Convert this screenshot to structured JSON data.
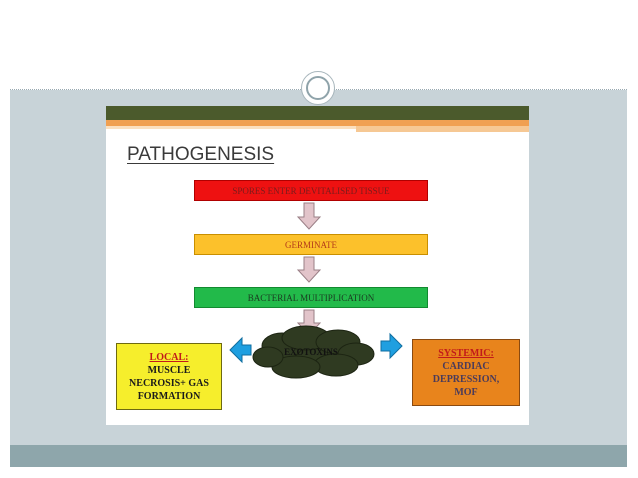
{
  "slide": {
    "title": "PATHOGENESIS",
    "steps": [
      "SPORES ENTER DEVITALISED TISSUE",
      "GERMINATE",
      "BACTERIAL MULTIPLICATION"
    ],
    "center_node": "EXOTOXINS",
    "local": {
      "heading": "LOCAL:",
      "lines": [
        "MUSCLE",
        "NECROSIS+ GAS",
        "FORMATION"
      ]
    },
    "systemic": {
      "heading": "SYSTEMIC:",
      "lines": [
        "CARDIAC",
        "DEPRESSION,",
        "MOF"
      ]
    }
  },
  "colors": {
    "step1": "#ee1111",
    "step2": "#fcc12b",
    "step3": "#22ba4a",
    "local_box": "#f6ee2c",
    "systemic_box": "#e8841c",
    "cloud": "#2f3a21",
    "down_arrow": "#e2c4ca",
    "side_arrow": "#1f9fe0"
  }
}
